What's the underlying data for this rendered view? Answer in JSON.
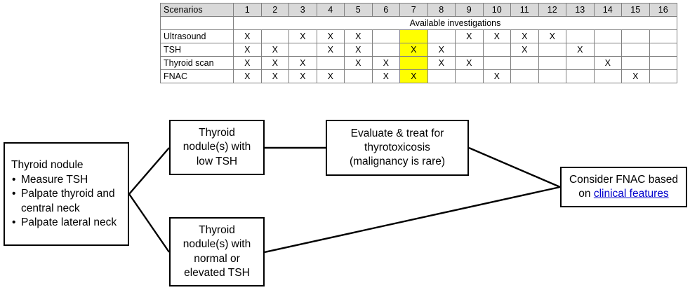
{
  "table": {
    "corner_label": "Scenarios",
    "scenario_numbers": [
      "1",
      "2",
      "3",
      "4",
      "5",
      "6",
      "7",
      "8",
      "9",
      "10",
      "11",
      "12",
      "13",
      "14",
      "15",
      "16"
    ],
    "section_label": "Available investigations",
    "mark": "X",
    "highlight_color": "#ffff00",
    "header_bg": "#d9d9d9",
    "rows": [
      {
        "label": "Ultrasound",
        "cells": [
          "X",
          "",
          "X",
          "X",
          "X",
          "",
          "",
          "",
          "X",
          "X",
          "X",
          "X",
          "",
          "",
          "",
          ""
        ],
        "highlight_columns": [
          7
        ]
      },
      {
        "label": "TSH",
        "cells": [
          "X",
          "X",
          "",
          "X",
          "X",
          "",
          "X",
          "X",
          "",
          "",
          "X",
          "",
          "X",
          "",
          "",
          ""
        ],
        "highlight_columns": [
          7
        ]
      },
      {
        "label": "Thyroid scan",
        "cells": [
          "X",
          "X",
          "X",
          "",
          "X",
          "X",
          "",
          "X",
          "X",
          "",
          "",
          "",
          "",
          "X",
          "",
          ""
        ],
        "highlight_columns": [
          7
        ]
      },
      {
        "label": "FNAC",
        "cells": [
          "X",
          "X",
          "X",
          "X",
          "",
          "X",
          "X",
          "",
          "",
          "X",
          "",
          "",
          "",
          "",
          "X",
          ""
        ],
        "highlight_columns": [
          7
        ]
      }
    ]
  },
  "flow": {
    "nodule_box": {
      "title": "Thyroid nodule",
      "bullets": [
        "Measure TSH",
        "Palpate thyroid and central neck",
        "Palpate lateral neck"
      ]
    },
    "low_tsh_box": {
      "line1": "Thyroid",
      "line2": "nodule(s) with",
      "line3": "low TSH"
    },
    "evaluate_box": {
      "line1": "Evaluate & treat for",
      "line2": "thyrotoxicosis",
      "line3": "(malignancy is rare)"
    },
    "normal_tsh_box": {
      "line1": "Thyroid",
      "line2": "nodule(s) with",
      "line3": "normal or",
      "line4": "elevated TSH"
    },
    "consider_box": {
      "line1": "Consider FNAC based",
      "line2_prefix": "on ",
      "link_label": "clinical features",
      "link_color": "#0000cc"
    }
  }
}
